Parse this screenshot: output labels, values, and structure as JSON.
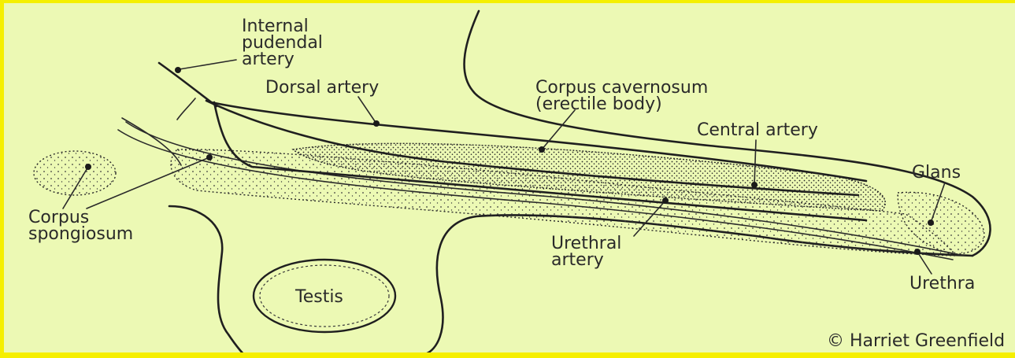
{
  "diagram": {
    "colors": {
      "background": "#ecf9b4",
      "border": "#f5ef00",
      "ink": "#1f1f1f"
    },
    "labels": {
      "internal_pudendal_artery": [
        "Internal",
        "pudendal",
        "artery"
      ],
      "dorsal_artery": "Dorsal artery",
      "corpus_cavernosum": [
        "Corpus cavernosum",
        "(erectile body)"
      ],
      "central_artery": "Central artery",
      "glans": "Glans",
      "corpus_spongiosum": [
        "Corpus",
        "spongiosum"
      ],
      "urethral_artery": [
        "Urethral",
        "artery"
      ],
      "testis": "Testis",
      "urethra": "Urethra",
      "credit": "© Harriet Greenfield"
    }
  }
}
